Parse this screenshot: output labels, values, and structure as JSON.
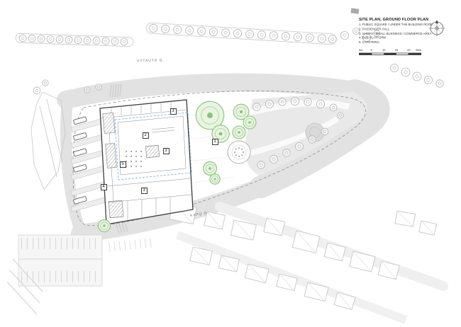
{
  "title_block": {
    "title": "SITE PLAN, GROUND FLOOR PLAN",
    "legend": [
      "1. PUBLIC SQUARE / UNDER THE BUILDING ROOF",
      "2. PASSENGER HALL",
      "3. SHOPS / SMALL BUSINESS / COMMERCE AREA",
      "4. BUS PLATFORM",
      "5. CAFETERIA"
    ],
    "scale": {
      "labels": [
        "0m",
        "5",
        "10",
        "15",
        "20",
        "25m"
      ]
    }
  },
  "map": {
    "streets": {
      "top": "VYTAUTO G.",
      "bottom": "KAPŲ G."
    },
    "markers": [
      {
        "label": "3"
      },
      {
        "label": "1"
      },
      {
        "label": "2"
      },
      {
        "label": "3"
      },
      {
        "label": "5"
      },
      {
        "label": "3"
      },
      {
        "label": "4"
      }
    ]
  },
  "icons": {
    "compass": "north-arrow-icon"
  },
  "colors": {
    "road_gray": "#e2e2e2",
    "plaza_gray": "#e9e9e9",
    "tree_green": "#86c476",
    "roof_line_blue": "#6fa8d6",
    "building_outline": "#3d3d3d"
  }
}
